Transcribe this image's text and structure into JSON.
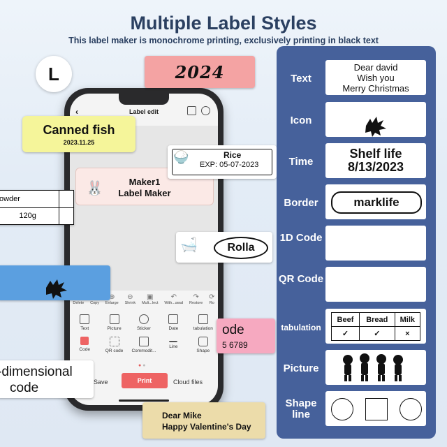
{
  "header": {
    "title": "Multiple Label Styles",
    "subtitle": "This label maker is monochrome printing,   exclusively printing in black text"
  },
  "size_badge": "L",
  "app": {
    "screen_title": "Label edit",
    "canvas_label_line1": "Maker1",
    "canvas_label_line2": "Label Maker",
    "edit_tools": [
      "Delete",
      "Copy",
      "Enlarge",
      "Shrink",
      "Mult...lect",
      "With...awal",
      "Restore",
      "Ro"
    ],
    "tools": [
      "Text",
      "Picture",
      "Sticker",
      "Date",
      "tabulation",
      "Code",
      "QR code",
      "Commodit...",
      "Line",
      "Shape"
    ],
    "save": "Save",
    "print": "Print",
    "cloud_files": "Cloud files"
  },
  "floating_labels": {
    "year": "2024",
    "canned_title": "Canned fish",
    "canned_date": "2023.11.25",
    "rice_title": "Rice",
    "rice_exp": "EXP: 05-07-2023",
    "powder_name": "owder",
    "powder_weight": "120g",
    "rolla": "Rolla",
    "code_text": "ode",
    "code_number": "5 6789",
    "dimensional_line1": "-dimensional",
    "dimensional_line2": "code",
    "valentine_line1": "Dear Mike",
    "valentine_line2": "Happy Valentine's Day"
  },
  "panel": {
    "rows": [
      {
        "name": "Text",
        "content": [
          "Dear david",
          "Wish you",
          "Merry Christmas"
        ]
      },
      {
        "name": "Icon",
        "content": [
          "holly-icon"
        ]
      },
      {
        "name": "Time",
        "content": [
          "Shelf life",
          "8/13/2023"
        ]
      },
      {
        "name": "Border",
        "content": [
          "marklife"
        ]
      },
      {
        "name": "1D Code",
        "content": []
      },
      {
        "name": "QR Code",
        "content": []
      },
      {
        "name": "tabulation",
        "content": [
          "Beef",
          "Bread",
          "Milk",
          "✓",
          "✓",
          "×"
        ]
      },
      {
        "name": "Picture",
        "content": [
          "cartoon-figures"
        ]
      },
      {
        "name": "Shape line",
        "content": [
          "circle",
          "square",
          "circle"
        ]
      }
    ],
    "color": "#46619b"
  }
}
